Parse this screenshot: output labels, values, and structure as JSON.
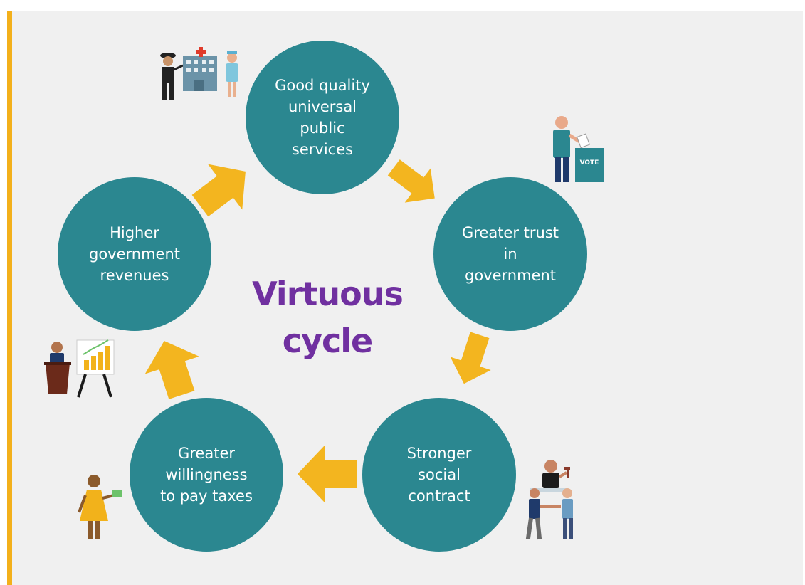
{
  "diagram": {
    "title": "Virtuous\ncycle",
    "colors": {
      "node_fill": "#2b8790",
      "arrow_fill": "#f3b51f",
      "title_color": "#7030a0",
      "accent_bar": "#f3b01b",
      "background": "#f0f0f0"
    },
    "nodes": [
      {
        "id": "services",
        "label": "Good quality\nuniversal\npublic\nservices",
        "icon": "public-services-icon"
      },
      {
        "id": "trust",
        "label": "Greater trust\nin\ngovernment",
        "icon": "voting-icon"
      },
      {
        "id": "contract",
        "label": "Stronger\nsocial\ncontract",
        "icon": "social-contract-icon"
      },
      {
        "id": "taxes",
        "label": "Greater\nwillingness\nto pay taxes",
        "icon": "taxpayer-icon"
      },
      {
        "id": "revenues",
        "label": "Higher\ngovernment\nrevenues",
        "icon": "revenue-presentation-icon"
      }
    ],
    "flow": [
      {
        "from": "services",
        "to": "trust"
      },
      {
        "from": "trust",
        "to": "contract"
      },
      {
        "from": "contract",
        "to": "taxes"
      },
      {
        "from": "taxes",
        "to": "revenues"
      },
      {
        "from": "revenues",
        "to": "services"
      }
    ],
    "vote_box_label": "VOTE"
  }
}
